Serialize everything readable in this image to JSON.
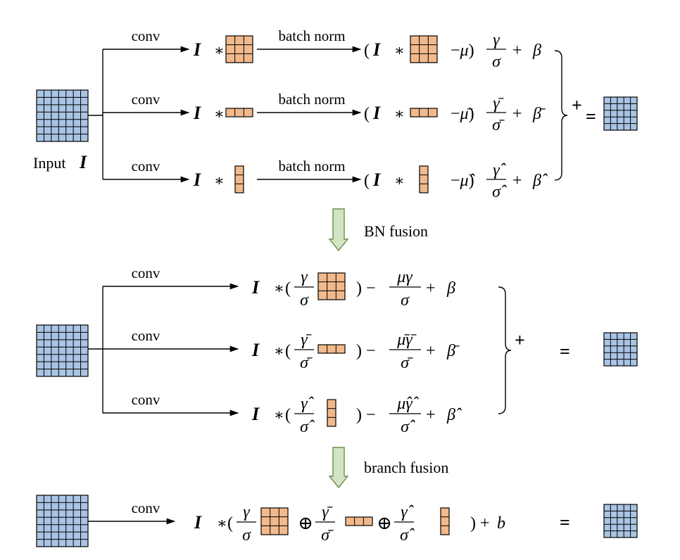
{
  "colors": {
    "input_grid_fill": "#a9c4e4",
    "kernel_fill": "#f2b98c",
    "arrow_fill": "#d3e4c5",
    "arrow_stroke": "#6a8d4b",
    "line": "#000000"
  },
  "labels": {
    "conv": "conv",
    "batch_norm": "batch norm",
    "input": "Input",
    "input_symbol": "I",
    "bn_fusion": "BN fusion",
    "branch_fusion": "branch fusion",
    "plus": "+",
    "equals": "=",
    "oplus": "⊕",
    "star": "∗"
  },
  "section1": {
    "rows": [
      {
        "kernel": "3x3",
        "pre": "(",
        "mu": "μ",
        "gamma": "γ",
        "sigma": "σ",
        "beta": "β"
      },
      {
        "kernel": "1x3",
        "pre": "(",
        "mu": "μ̄",
        "gamma": "γ̄",
        "sigma": "σ̄",
        "beta": "β̄"
      },
      {
        "kernel": "3x1",
        "pre": "(",
        "mu": "μ̂",
        "gamma": "γ̂",
        "sigma": "σ̂",
        "beta": "β̂"
      }
    ]
  },
  "section2": {
    "rows": [
      {
        "kernel": "3x3",
        "gamma": "γ",
        "sigma": "σ",
        "mugamma": "μγ",
        "beta": "β"
      },
      {
        "kernel": "1x3",
        "gamma": "γ̄",
        "sigma": "σ̄",
        "mugamma": "μ̄γ̄",
        "beta": "β̄"
      },
      {
        "kernel": "3x1",
        "gamma": "γ̂",
        "sigma": "σ̂",
        "mugamma": "μ̂γ̂",
        "beta": "β̂"
      }
    ]
  },
  "section3": {
    "terms": [
      {
        "kernel": "3x3",
        "gamma": "γ",
        "sigma": "σ"
      },
      {
        "kernel": "1x3",
        "gamma": "γ̄",
        "sigma": "σ̄"
      },
      {
        "kernel": "3x1",
        "gamma": "γ̂",
        "sigma": "σ̂"
      }
    ],
    "bias": "b"
  }
}
